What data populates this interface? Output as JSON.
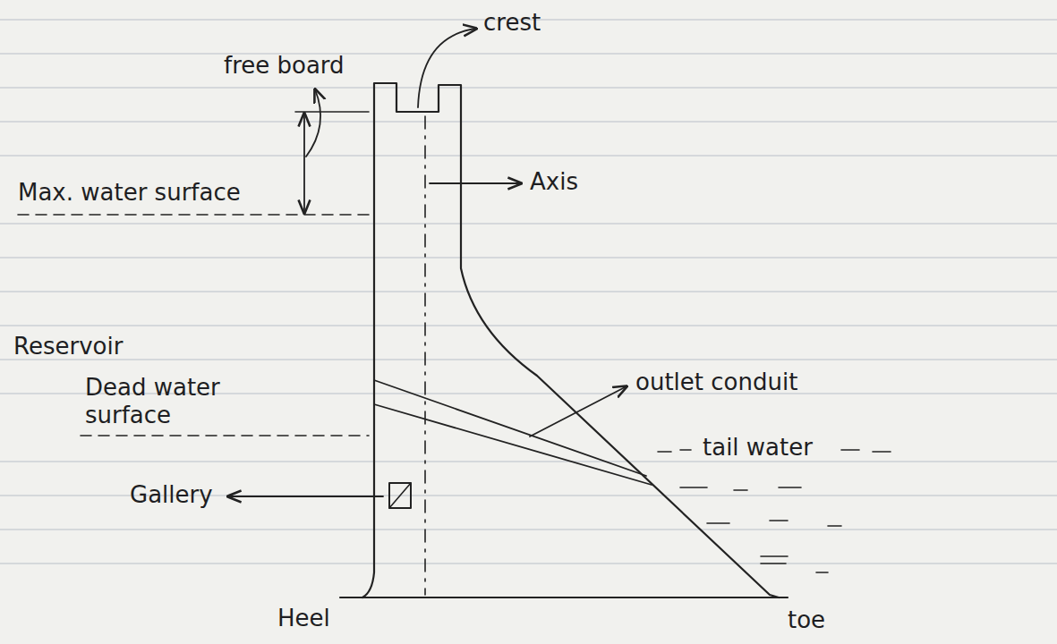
{
  "diagram": {
    "labels": [
      "crest",
      "free board",
      "Axis",
      "Max. water surface",
      "Reservoir",
      "Dead water surface",
      "outlet conduit",
      "tail water",
      "Gallery",
      "Heel",
      "toe"
    ]
  }
}
